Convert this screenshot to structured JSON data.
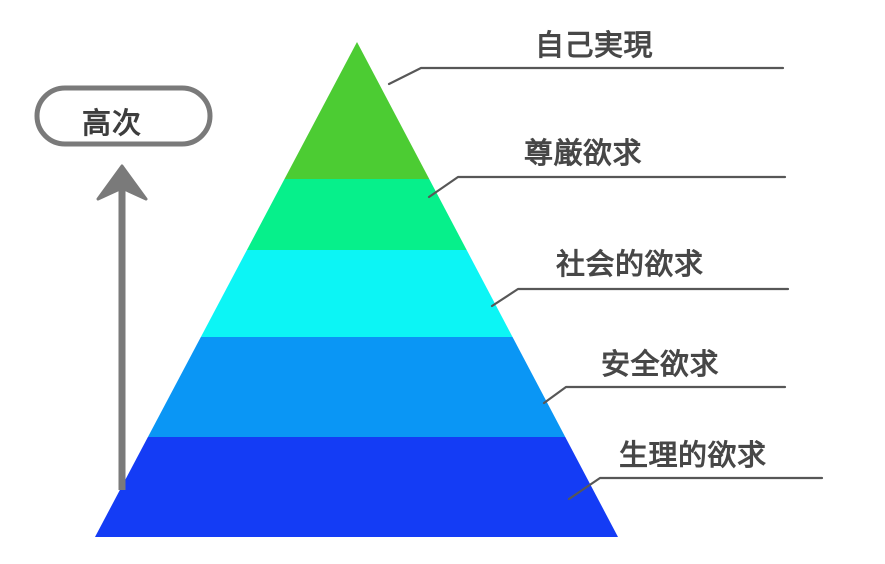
{
  "diagram": {
    "title_kind": "maslow-hierarchy-of-needs-pyramid",
    "background_color": "#ffffff",
    "axis_badge": {
      "label": "高次",
      "border_color": "#7a7a7a",
      "text_color": "#3d3d3d"
    },
    "arrow": {
      "name": "upward-arrow",
      "color": "#7a7a7a",
      "direction": "up"
    },
    "leader_line_color": "#575757",
    "label_text_color": "#474747"
  },
  "chart_data": {
    "type": "pyramid",
    "title": "",
    "orientation": "vertical",
    "legend": "none",
    "axis_annotation": "高次",
    "levels": [
      {
        "rank": 5,
        "label": "自己実現",
        "color": "#4ccc33",
        "position": "top",
        "share_pct": 14
      },
      {
        "rank": 4,
        "label": "尊厳欲求",
        "color": "#06f08b",
        "position": "upper-middle",
        "share_pct": 14
      },
      {
        "rank": 3,
        "label": "社会的欲求",
        "color": "#0cf5f5",
        "position": "middle",
        "share_pct": 18
      },
      {
        "rank": 2,
        "label": "安全欲求",
        "color": "#0a96f5",
        "position": "lower-middle",
        "share_pct": 20
      },
      {
        "rank": 1,
        "label": "生理的欲求",
        "color": "#143cf5",
        "position": "base",
        "share_pct": 20
      }
    ]
  }
}
